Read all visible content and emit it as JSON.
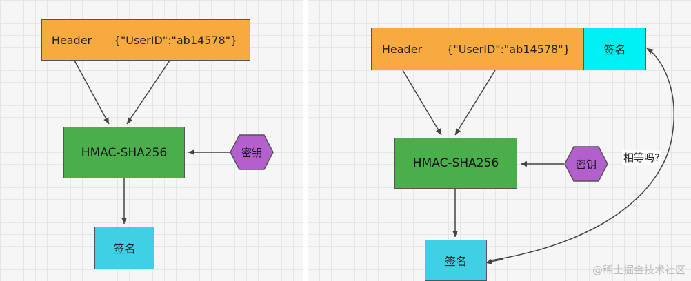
{
  "left_diagram": {
    "header": "Header",
    "payload": "{\"UserID\":\"ab14578\"}",
    "hmac": "HMAC-SHA256",
    "secret_key": "密钥",
    "signature": "签名"
  },
  "right_diagram": {
    "header": "Header",
    "payload": "{\"UserID\":\"ab14578\"}",
    "signature_top": "签名",
    "hmac": "HMAC-SHA256",
    "secret_key": "密钥",
    "signature_bottom": "签名",
    "compare_question": "相等吗?"
  },
  "watermark": "@稀土掘金技术社区",
  "colors": {
    "header": "#f7aa3f",
    "hmac": "#4aae4a",
    "key": "#b35fce",
    "signature_top": "#00f1f3",
    "signature_bottom": "#3fd0e6"
  }
}
